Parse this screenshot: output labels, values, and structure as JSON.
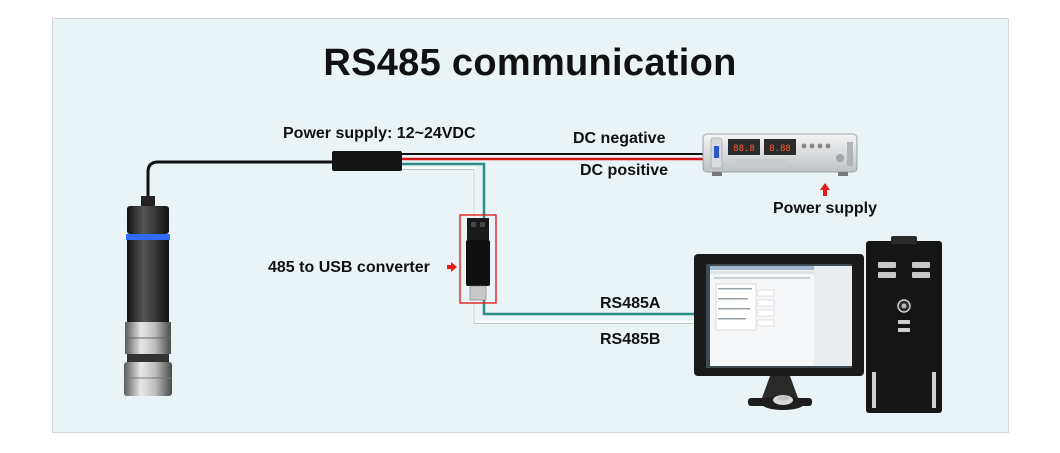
{
  "title": "RS485 communication",
  "labels": {
    "power_supply_spec": "Power supply:  12~24VDC",
    "dc_negative": "DC negative",
    "dc_positive": "DC positive",
    "power_supply": "Power supply",
    "converter": "485 to USB converter",
    "rs485a": "RS485A",
    "rs485b": "RS485B"
  },
  "colors": {
    "background": "#eaf3f6",
    "wire_negative": "#111111",
    "wire_positive": "#d21414",
    "wire_rs485a": "#2a8f86",
    "wire_rs485b": "#ffffff",
    "arrow": "#e21b1b",
    "sensor_ring": "#2f6cff"
  },
  "icons": [
    "sensor-probe",
    "cable-junction",
    "usb-converter",
    "dc-power-supply",
    "monitor",
    "pc-tower",
    "mouse"
  ]
}
